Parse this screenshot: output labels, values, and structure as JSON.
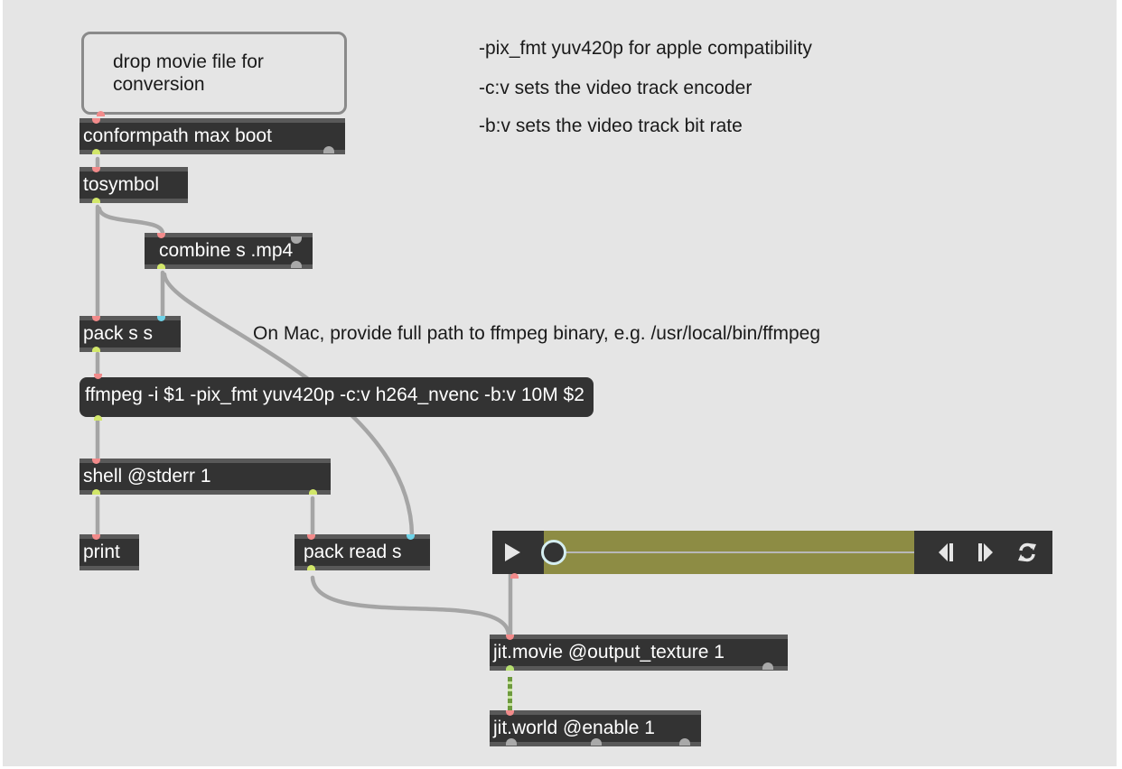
{
  "patcher": {
    "comment_drop": "drop movie file for\nconversion",
    "comments": [
      "-pix_fmt yuv420p for apple compatibility",
      "-c:v sets the video track encoder",
      "-b:v sets the video track bit rate",
      "On Mac, provide full path to ffmpeg binary, e.g. /usr/local/bin/ffmpeg"
    ],
    "objects": {
      "conformpath": "conformpath max boot",
      "tosymbol": "tosymbol",
      "combine": "combine s .mp4",
      "pack_ss": "pack s s",
      "shell": "shell @stderr 1",
      "print": "print",
      "pack_read": "pack read s",
      "jit_movie": "jit.movie @output_texture 1",
      "jit_world": "jit.world @enable 1"
    },
    "message": "ffmpeg -i $1 -pix_fmt yuv420p -c:v h264_nvenc -b:v 10M $2",
    "player": {
      "position": 0,
      "icons": [
        "play-icon",
        "step-back-icon",
        "step-forward-icon",
        "loop-icon"
      ]
    },
    "colors": {
      "canvas": "#e5e5e5",
      "object": "#333333",
      "scrub_track": "#8d8c44",
      "inlet": "#f28b8b",
      "outlet": "#d2e76a",
      "symbol_inlet": "#6fd3e8"
    }
  }
}
